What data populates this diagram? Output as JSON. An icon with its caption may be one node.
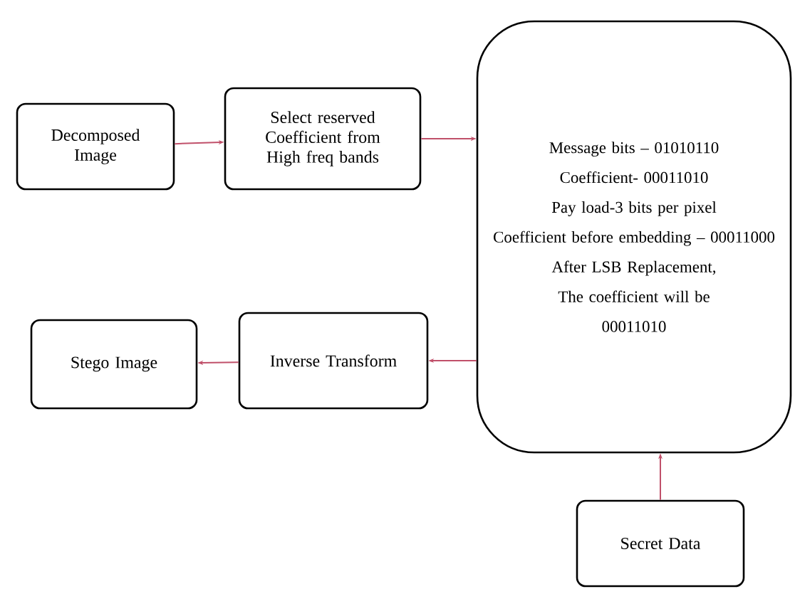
{
  "diagram": {
    "nodes": [
      {
        "text": [
          "Decomposed Image"
        ]
      },
      {
        "text": [
          "Select reserved Coefficient from High freq bands"
        ]
      },
      {
        "text": [
          "Message bits – 01010110",
          "Coefficient- 00011010",
          "Pay load-3 bits per pixel",
          "Coefficient before embedding – 00011000",
          "After LSB Replacement,",
          "The coefficient will be",
          "00011010"
        ]
      },
      {
        "text": [
          "Inverse Transform"
        ]
      },
      {
        "text": [
          "Stego Image"
        ]
      },
      {
        "text": [
          "Secret Data"
        ]
      }
    ],
    "edges": [
      {
        "from": 0,
        "to": 1,
        "arrow": "to",
        "color": "#c0506a"
      },
      {
        "from": 1,
        "to": 2,
        "arrow": "to",
        "color": "#c0506a"
      },
      {
        "from": 2,
        "to": 3,
        "arrow": "to",
        "color": "#c0506a"
      },
      {
        "from": 3,
        "to": 4,
        "arrow": "to",
        "color": "#c0506a"
      },
      {
        "from": 5,
        "to": 2,
        "arrow": "to",
        "color": "#c0506a"
      }
    ]
  }
}
